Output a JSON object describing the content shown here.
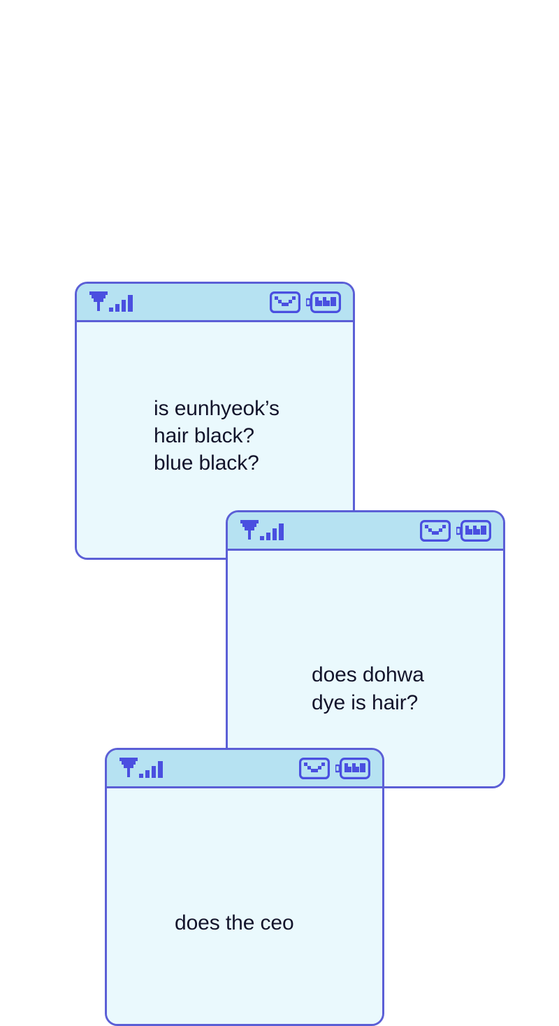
{
  "page": {
    "background_color": "#ffffff",
    "border_color": "#5b5fd6",
    "header_color": "#b6e2f2",
    "body_color": "#eaf9fd",
    "text_color": "#13142b",
    "icon_color": "#4a4fe0"
  },
  "status_icons": {
    "signal": "signal-bars-icon",
    "message": "envelope-icon",
    "battery": "battery-icon"
  },
  "cards": [
    {
      "id": "card-1",
      "text": "is eunhyeok’s\nhair black?\nblue black?"
    },
    {
      "id": "card-2",
      "text": "does dohwa\ndye is hair?"
    },
    {
      "id": "card-3",
      "text": "does the ceo"
    }
  ]
}
